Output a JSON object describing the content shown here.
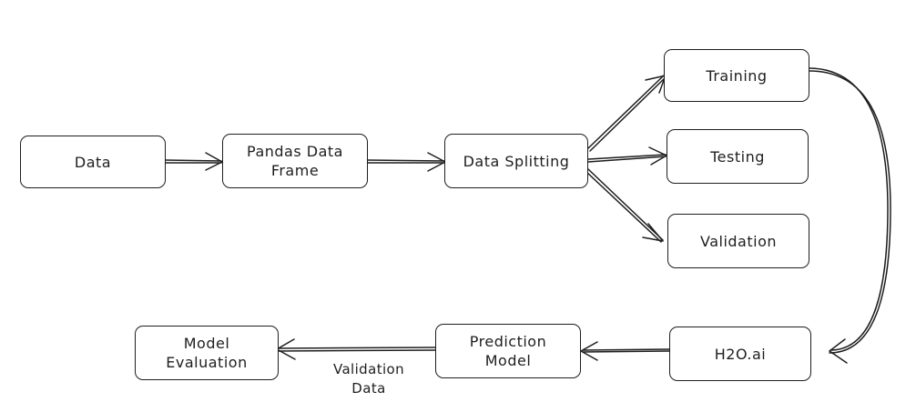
{
  "diagram": {
    "nodes": {
      "data": "Data",
      "pandas": "Pandas Data\nFrame",
      "splitting": "Data Splitting",
      "training": "Training",
      "testing": "Testing",
      "validation": "Validation",
      "h2o": "H2O.ai",
      "prediction": "Prediction\nModel",
      "evaluation": "Model\nEvaluation"
    },
    "edge_labels": {
      "prediction_to_evaluation": "Validation\nData"
    },
    "colors": {
      "stroke": "#1e1e1e",
      "background": "#ffffff"
    }
  }
}
